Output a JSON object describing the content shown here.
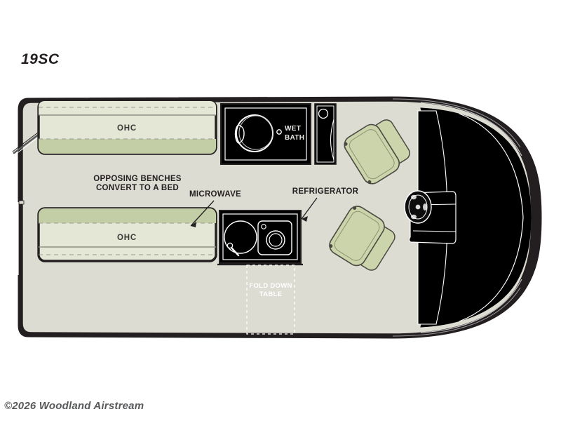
{
  "page": {
    "title": "19SC",
    "footer": "©2026 Woodland Airstream",
    "background": "#ffffff"
  },
  "colors": {
    "body_fill": "#dcdcd2",
    "cushion_light": "#e4e6d6",
    "cushion_dark": "#c3cda6",
    "seat_fill": "#ccd4ab",
    "outline_dark": "#231f20",
    "black_panel": "#000000",
    "text_dark": "#231f20",
    "text_grey": "#58595b",
    "dash_grey": "#9a9a92"
  },
  "floorplan": {
    "name": "airstream-interstate-floorplan",
    "labels": {
      "ohc_upper": "OHC",
      "ohc_lower": "OHC",
      "benches_line1": "OPPOSING BENCHES",
      "benches_line2": "CONVERT TO A BED",
      "microwave": "MICROWAVE",
      "refrigerator": "REFRIGERATOR",
      "wet_bath_line1": "WET",
      "wet_bath_line2": "BATH",
      "fold_table_line1": "FOLD DOWN",
      "fold_table_line2": "TABLE"
    },
    "features": [
      {
        "id": "awning",
        "name": "awning"
      },
      {
        "id": "entry-door",
        "name": "entry-door"
      },
      {
        "id": "upper-bench",
        "name": "upper-bench-sofa"
      },
      {
        "id": "lower-bench",
        "name": "lower-bench-sofa"
      },
      {
        "id": "wet-bath",
        "name": "wet-bath-compartment"
      },
      {
        "id": "galley",
        "name": "galley-sink-cooktop"
      },
      {
        "id": "refrigerator",
        "name": "refrigerator-unit"
      },
      {
        "id": "driver-seat",
        "name": "driver-captains-chair"
      },
      {
        "id": "passenger-seat",
        "name": "passenger-captains-chair"
      },
      {
        "id": "steering-wheel",
        "name": "steering-wheel"
      },
      {
        "id": "fold-down-table",
        "name": "fold-down-table-outline"
      }
    ]
  }
}
